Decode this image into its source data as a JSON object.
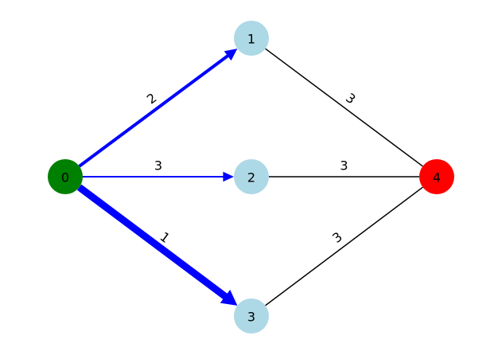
{
  "graph": {
    "nodes": [
      {
        "id": "0",
        "label": "0",
        "color": "#008000"
      },
      {
        "id": "1",
        "label": "1",
        "color": "#add8e6"
      },
      {
        "id": "2",
        "label": "2",
        "color": "#add8e6"
      },
      {
        "id": "3",
        "label": "3",
        "color": "#add8e6"
      },
      {
        "id": "4",
        "label": "4",
        "color": "#ff0000"
      }
    ],
    "edges": [
      {
        "from": "0",
        "to": "1",
        "weight": "2",
        "color": "#0000ff",
        "directed": true
      },
      {
        "from": "0",
        "to": "2",
        "weight": "3",
        "color": "#0000ff",
        "directed": true
      },
      {
        "from": "0",
        "to": "3",
        "weight": "1",
        "color": "#0000ff",
        "directed": true
      },
      {
        "from": "1",
        "to": "4",
        "weight": "3",
        "color": "#000000",
        "directed": false
      },
      {
        "from": "2",
        "to": "4",
        "weight": "3",
        "color": "#000000",
        "directed": false
      },
      {
        "from": "3",
        "to": "4",
        "weight": "3",
        "color": "#000000",
        "directed": false
      }
    ]
  }
}
